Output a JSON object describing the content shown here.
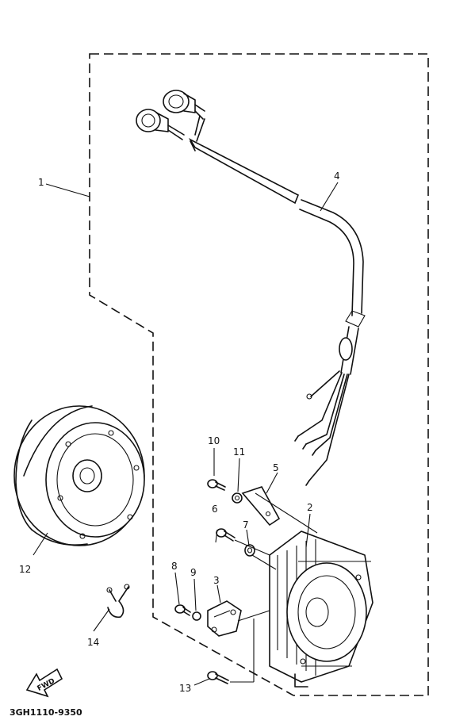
{
  "parts": [
    {
      "number": "1"
    },
    {
      "number": "2"
    },
    {
      "number": "3"
    },
    {
      "number": "4"
    },
    {
      "number": "5"
    },
    {
      "number": "6"
    },
    {
      "number": "7"
    },
    {
      "number": "8"
    },
    {
      "number": "9"
    },
    {
      "number": "10"
    },
    {
      "number": "11"
    },
    {
      "number": "12"
    },
    {
      "number": "13"
    },
    {
      "number": "14"
    }
  ],
  "direction_label": "FWD",
  "diagram_code": "3GH1110-9350"
}
